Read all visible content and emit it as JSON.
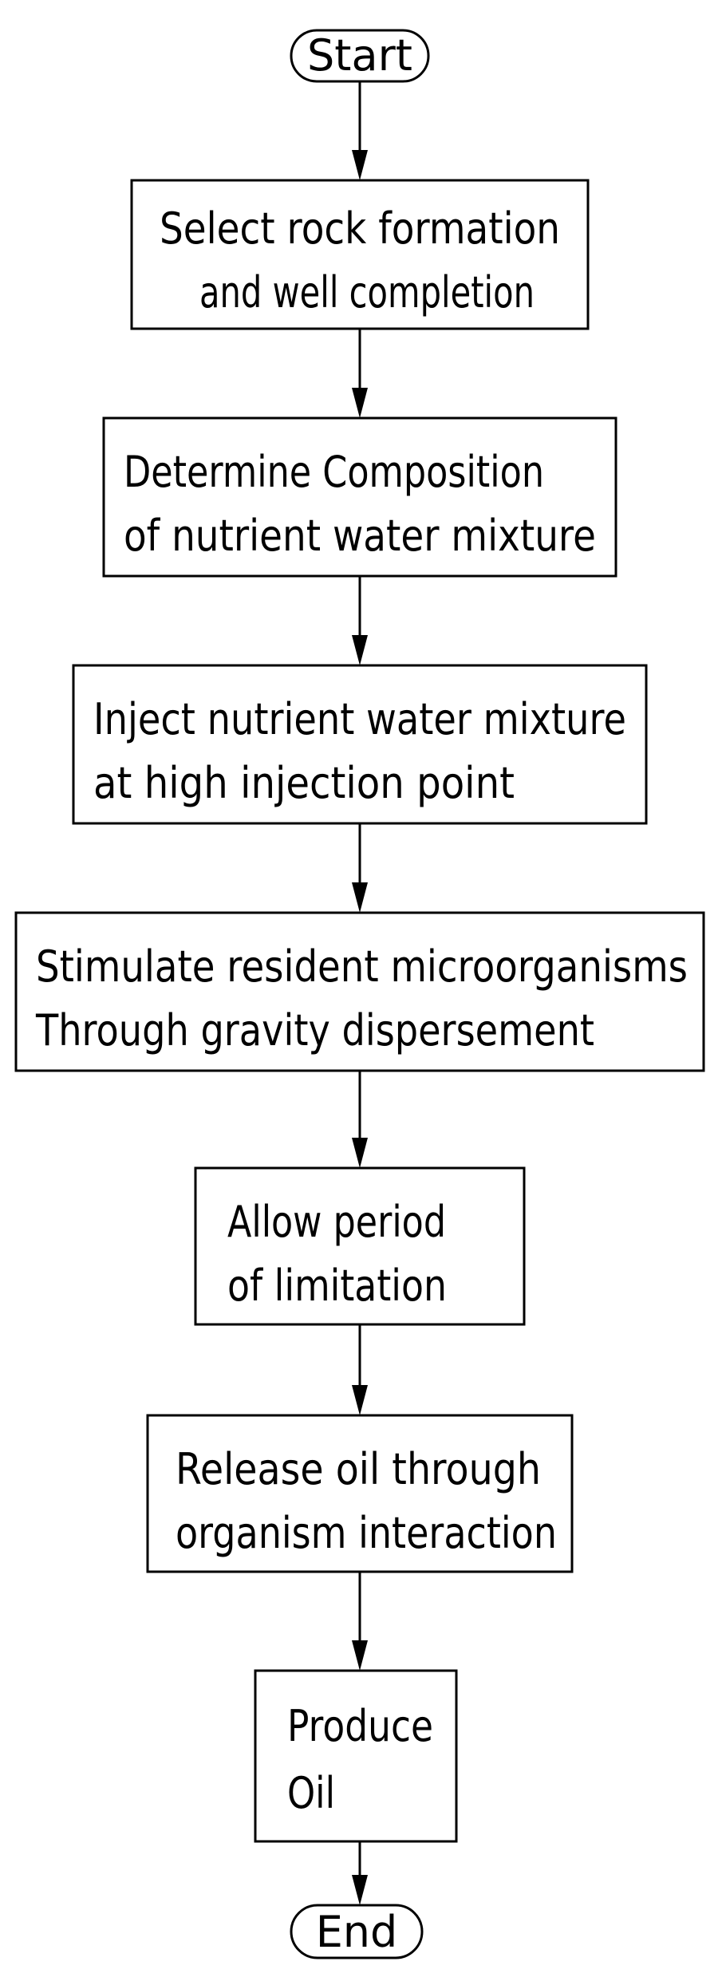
{
  "flowchart": {
    "start": "Start",
    "end": "End",
    "steps": [
      {
        "lines": [
          "Select rock formation",
          "and well completion"
        ]
      },
      {
        "lines": [
          "Determine Composition",
          "of nutrient water mixture"
        ]
      },
      {
        "lines": [
          "Inject nutrient water mixture",
          "at high injection point"
        ]
      },
      {
        "lines": [
          "Stimulate resident microorganisms",
          "Through gravity dispersement"
        ]
      },
      {
        "lines": [
          "Allow period",
          "of limitation"
        ]
      },
      {
        "lines": [
          "Release oil through",
          "organism interaction"
        ]
      },
      {
        "lines": [
          "Produce",
          "Oil"
        ]
      }
    ]
  }
}
